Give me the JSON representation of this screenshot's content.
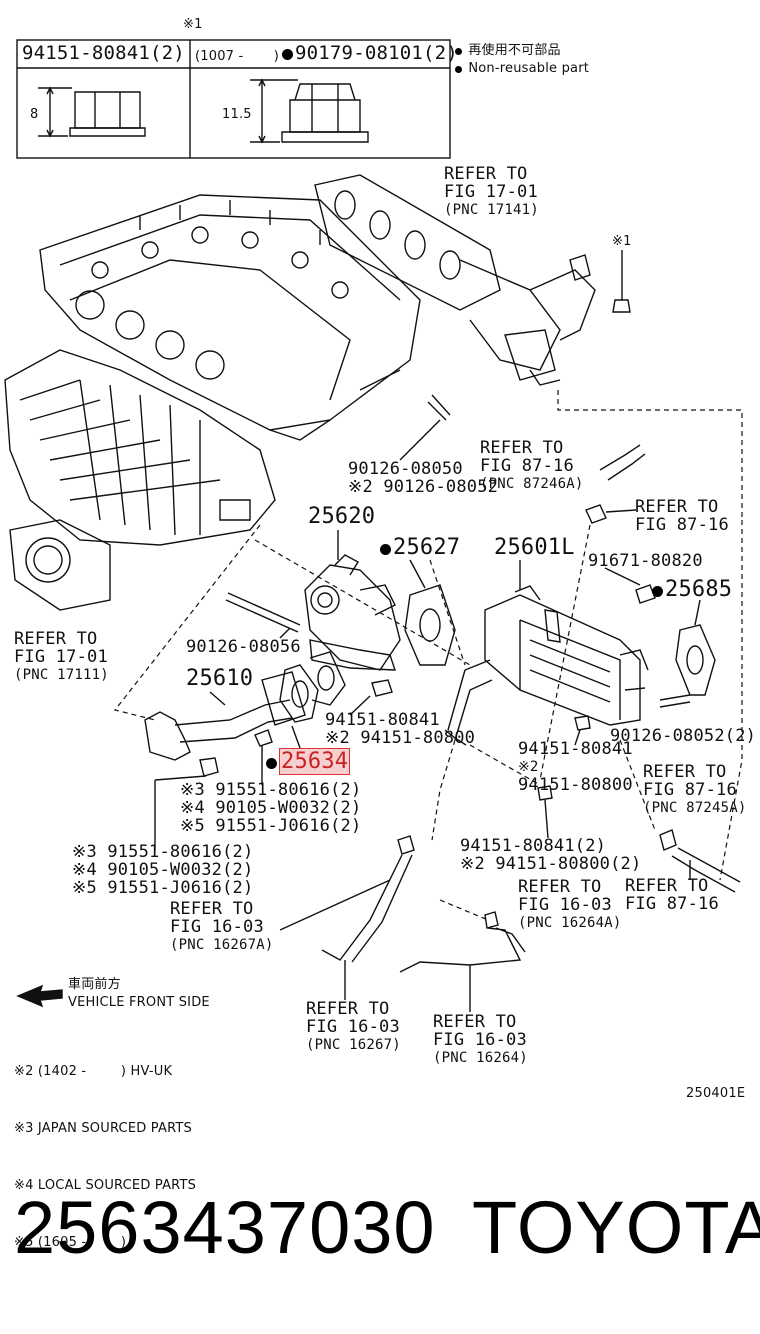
{
  "legend_box": {
    "top_mark": "※1",
    "cell1_part": "94151-80841(2)",
    "cell2_note": "(1007 -       )",
    "cell2_part": "90179-08101(2)",
    "dim1": "8",
    "dim2": "11.5"
  },
  "notice": {
    "jp": "再使用不可部品",
    "en": "Non-reusable part"
  },
  "labels": {
    "refer_17_01_top": [
      "REFER TO",
      "FIG 17-01",
      "(PNC 17141)"
    ],
    "x1_right": "※1",
    "p90126_08050": [
      "90126-08050",
      "※2 90126-08052"
    ],
    "refer_87_16_a": [
      "REFER TO",
      "FIG 87-16",
      "(PNC 87246A)"
    ],
    "refer_87_16_b": [
      "REFER TO",
      "FIG 87-16"
    ],
    "p25620": "25620",
    "p25627": "25627",
    "p25601L": "25601L",
    "p91671": "91671-80820",
    "p25685": "25685",
    "refer_17_01_left": [
      "REFER TO",
      "FIG 17-01",
      "(PNC 17111)"
    ],
    "p90126_08056": "90126-08056",
    "p25610": "25610",
    "p94151_mid": [
      "94151-80841",
      "※2 94151-80800"
    ],
    "p25634": "25634",
    "p91551_group_mid": [
      "※3 91551-80616(2)",
      "※4 90105-W0032(2)",
      "※5 91551-J0616(2)"
    ],
    "p94151_right": [
      "94151-80841",
      "※2",
      "94151-80800"
    ],
    "p90126_08052": "90126-08052(2)",
    "refer_87_16_c": [
      "REFER TO",
      "FIG 87-16",
      "(PNC 87245A)"
    ],
    "p94151_lower": [
      "94151-80841(2)",
      "※2 94151-80800(2)"
    ],
    "p91551_group_left": [
      "※3 91551-80616(2)",
      "※4 90105-W0032(2)",
      "※5 91551-J0616(2)"
    ],
    "refer_16_03_a": [
      "REFER TO",
      "FIG 16-03",
      "(PNC 16267A)"
    ],
    "refer_16_03_b": [
      "REFER TO",
      "FIG 16-03",
      "(PNC 16264A)"
    ],
    "refer_87_16_d": [
      "REFER TO",
      "FIG 87-16"
    ],
    "refer_16_03_c": [
      "REFER TO",
      "FIG 16-03",
      "(PNC 16267)"
    ],
    "refer_16_03_d": [
      "REFER TO",
      "FIG 16-03",
      "(PNC 16264)"
    ]
  },
  "front": {
    "jp": "車両前方",
    "en": "VEHICLE FRONT SIDE"
  },
  "footnotes": [
    "※2 (1402 -        ) HV-UK",
    "※3 JAPAN SOURCED PARTS",
    "※4 LOCAL SOURCED PARTS",
    "※5 (1605 -        )"
  ],
  "figure_code": "250401E",
  "footer": {
    "part_number": "2563437030",
    "brand": "TOYOTA"
  }
}
